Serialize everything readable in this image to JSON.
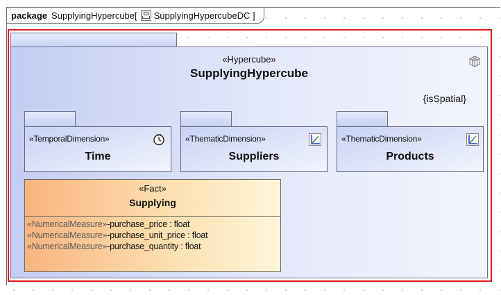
{
  "colors": {
    "selection": "#e21d1d",
    "package_fill": "#c3cdf0",
    "dimension_fill": "#c8d2f3",
    "fact_fill_left": "#f9b47f",
    "fact_fill_right": "#fef6da"
  },
  "frame": {
    "keyword": "package",
    "name": "SupplyingHypercube",
    "diagram_icon": "class-diagram-icon",
    "diagram_name": "SupplyingHypercubeDC"
  },
  "package": {
    "stereotype": "«Hypercube»",
    "name": "SupplyingHypercube",
    "property": "{isSpatial}",
    "icon": "hypercube-icon"
  },
  "dimensions": [
    {
      "stereotype": "«TemporalDimension»",
      "name": "Time",
      "icon": "clock-icon"
    },
    {
      "stereotype": "«ThematicDimension»",
      "name": "Suppliers",
      "icon": "axes-icon"
    },
    {
      "stereotype": "«ThematicDimension»",
      "name": "Products",
      "icon": "axes-icon"
    }
  ],
  "fact": {
    "stereotype": "«Fact»",
    "name": "Supplying",
    "attributes": [
      {
        "stereotype": "«NumericalMeasure»",
        "text": "-purchase_price : float"
      },
      {
        "stereotype": "«NumericalMeasure»",
        "text": "-purchase_unit_price : float"
      },
      {
        "stereotype": "«NumericalMeasure»",
        "text": "-purchase_quantity : float"
      }
    ]
  }
}
